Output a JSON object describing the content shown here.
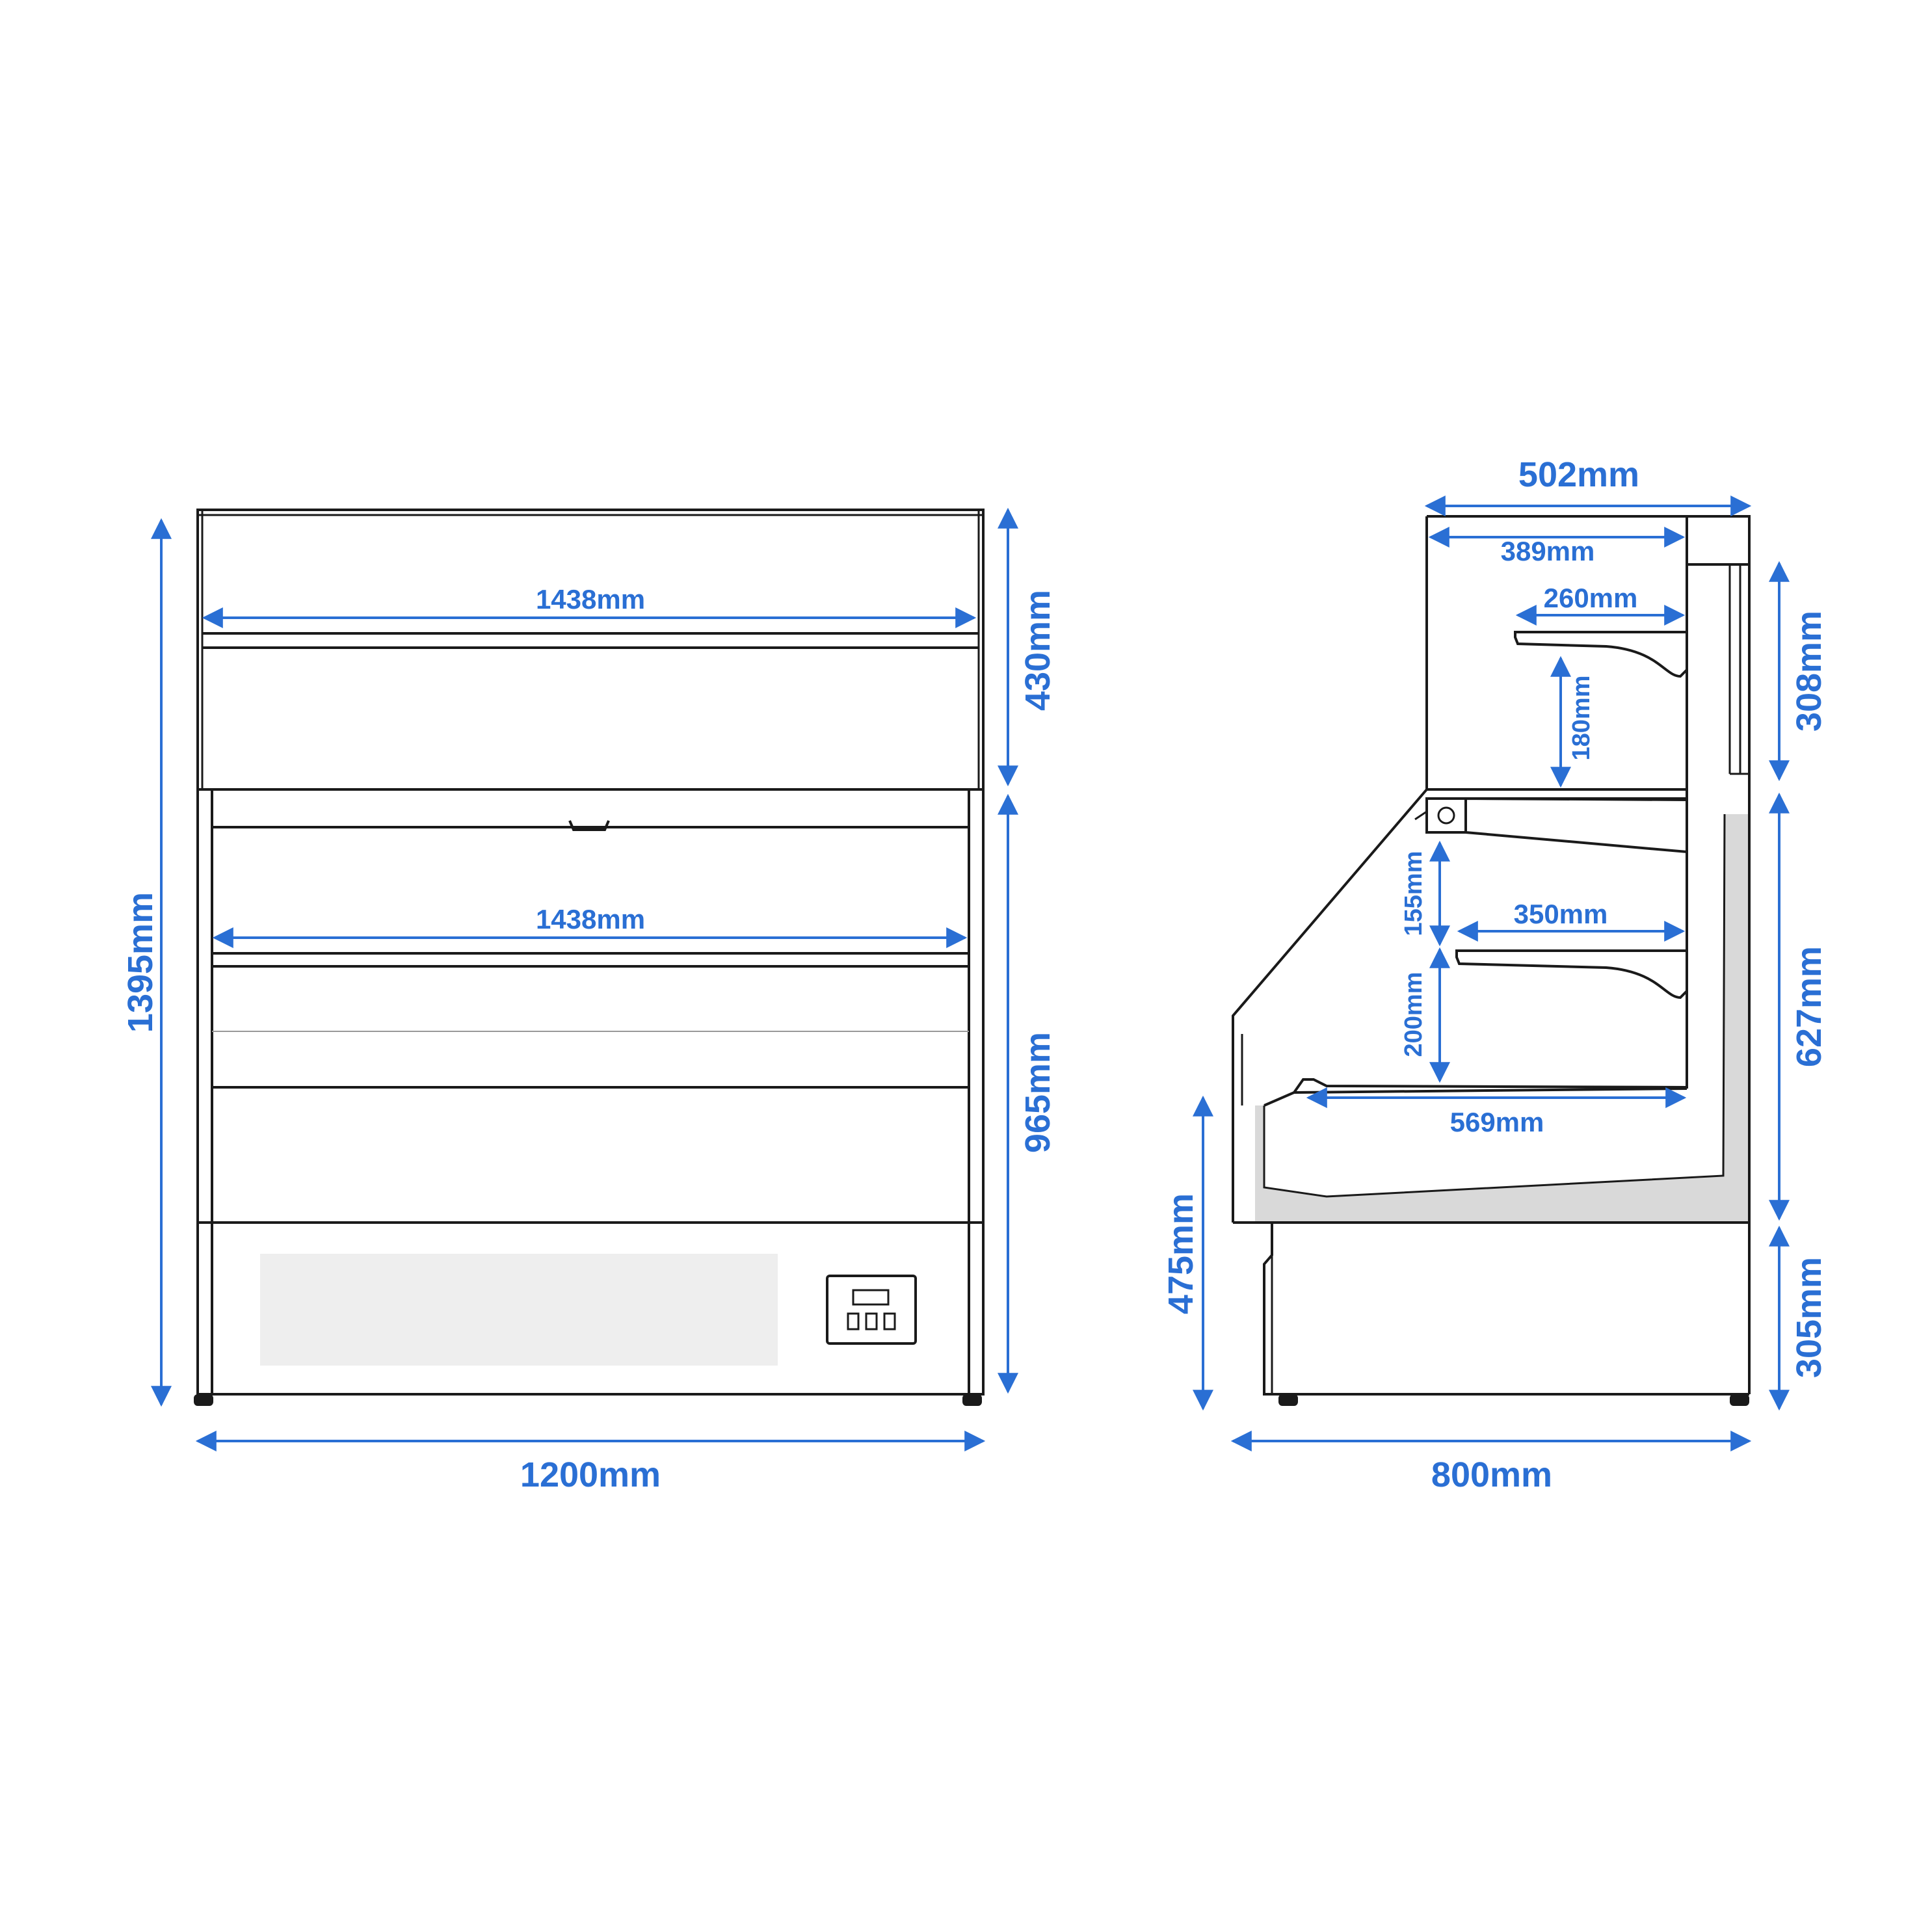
{
  "front_view": {
    "total_height": "1395mm",
    "upper_height": "430mm",
    "lower_height": "965mm",
    "width": "1200mm",
    "top_shelf_width": "1438mm",
    "middle_shelf_width": "1438mm"
  },
  "side_view": {
    "top_depth": "502mm",
    "inner_top_depth": "389mm",
    "upper_shelf_depth": "260mm",
    "upper_shelf_gap": "180mm",
    "upper_section_height": "308mm",
    "middle_section_height": "627mm",
    "base_height": "305mm",
    "counter_height": "475mm",
    "lower_shelf_gap_top": "155mm",
    "lower_shelf_depth": "350mm",
    "lower_shelf_gap_bottom": "200mm",
    "well_depth": "569mm",
    "total_depth": "800mm"
  },
  "colors": {
    "dimension": "#2a6fd4",
    "outline": "#1a1a1a",
    "fill_grey": "#d9d9d9",
    "panel_grey": "#eeeeee"
  }
}
